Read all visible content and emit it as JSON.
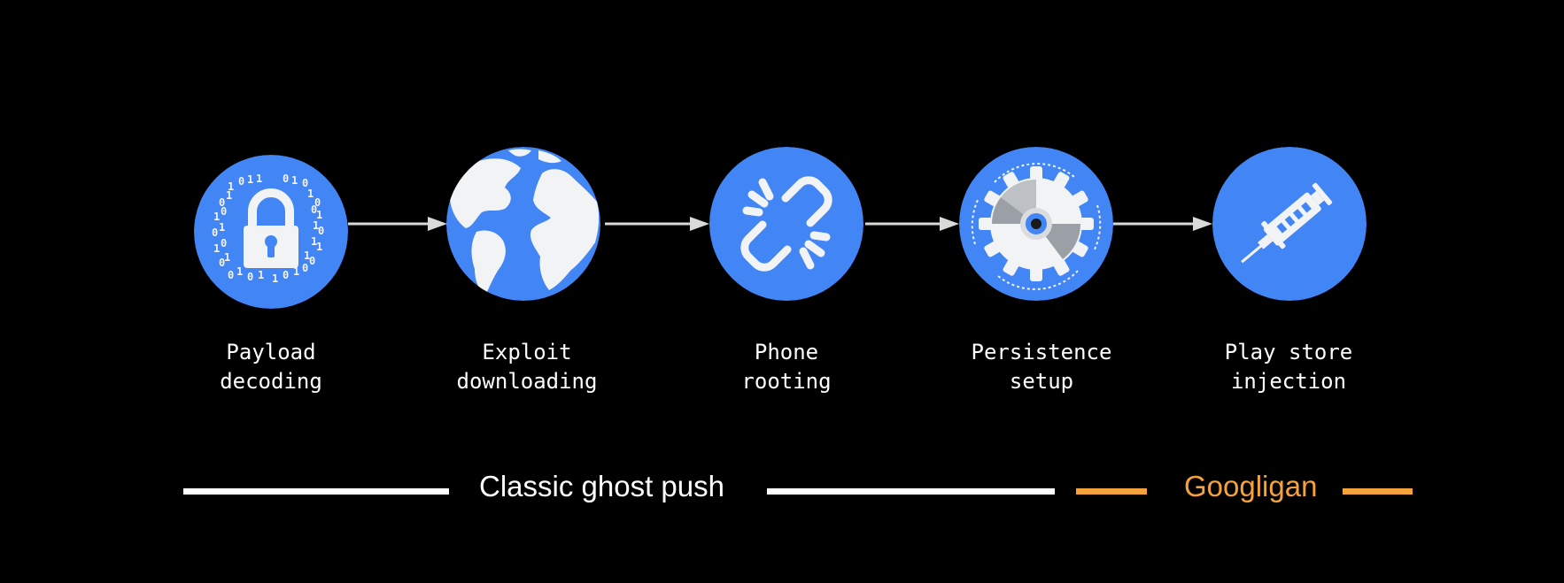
{
  "colors": {
    "background": "#000000",
    "circle": "#4285F4",
    "icon": "#F1F3F4",
    "arrow": "#D9D9D9",
    "classic": "#FFFFFF",
    "gooligan": "#F5A23D"
  },
  "steps": [
    {
      "icon": "lock-binary-icon",
      "line1": "Payload",
      "line2": "decoding"
    },
    {
      "icon": "globe-icon",
      "line1": "Exploit",
      "line2": "downloading"
    },
    {
      "icon": "broken-link-icon",
      "line1": "Phone",
      "line2": "rooting"
    },
    {
      "icon": "gear-icon",
      "line1": "Persistence",
      "line2": "setup"
    },
    {
      "icon": "syringe-icon",
      "line1": "Play store",
      "line2": "injection"
    }
  ],
  "phases": {
    "classic": "Classic ghost push",
    "gooligan": "Googligan"
  }
}
